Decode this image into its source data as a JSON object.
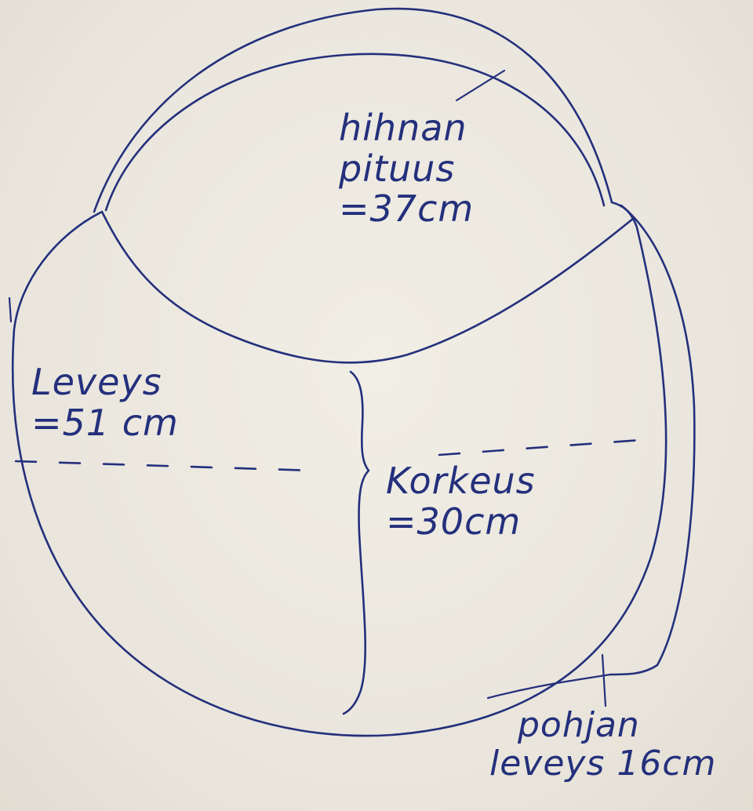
{
  "labels": {
    "strap": {
      "line1": "hihnan",
      "line2": "pituus",
      "line3": "=37cm"
    },
    "width": {
      "line1": "Leveys",
      "line2": "=51 cm"
    },
    "height": {
      "line1": "Korkeus",
      "line2": "=30cm"
    },
    "bottom": {
      "line1": "pohjan",
      "line2": "leveys 16cm"
    }
  },
  "colors": {
    "ink": "#24307c",
    "paper": "#ece9e1"
  }
}
